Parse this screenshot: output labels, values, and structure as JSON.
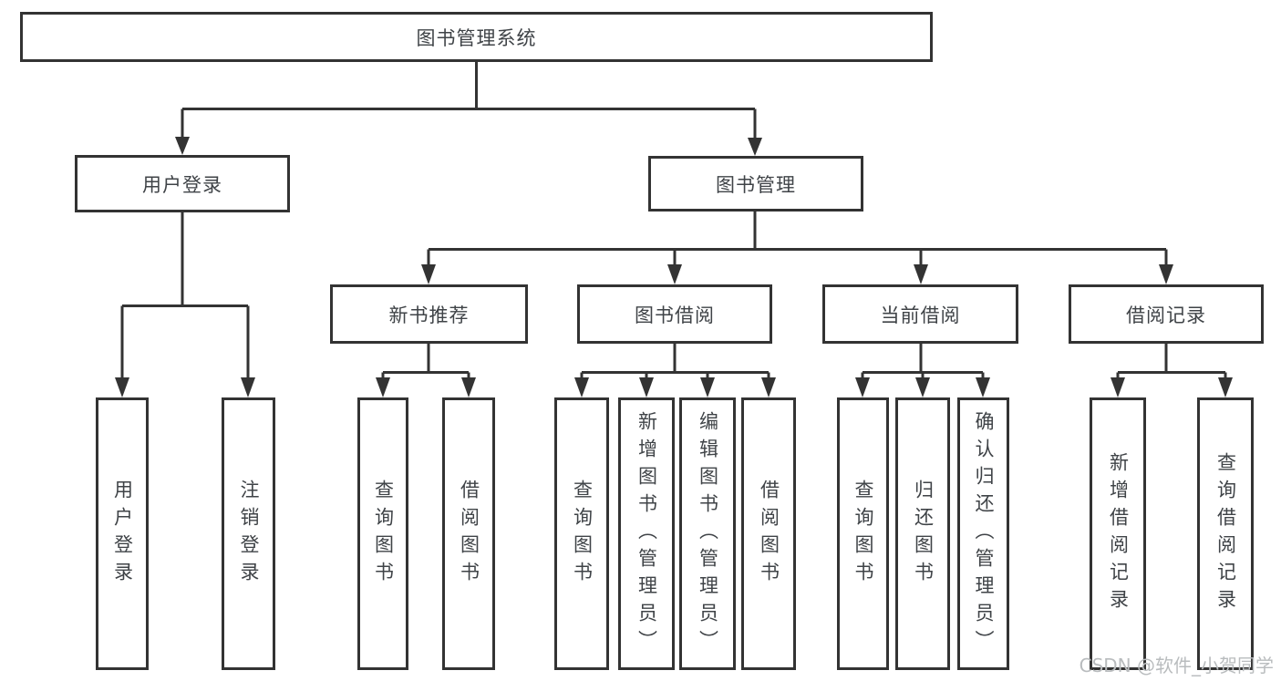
{
  "tree": {
    "label": "图书管理系统",
    "children": [
      {
        "label": "用户登录",
        "children": [
          {
            "label": "用户登录"
          },
          {
            "label": "注销登录"
          }
        ]
      },
      {
        "label": "图书管理",
        "children": [
          {
            "label": "新书推荐",
            "children": [
              {
                "label": "查询图书"
              },
              {
                "label": "借阅图书"
              }
            ]
          },
          {
            "label": "图书借阅",
            "children": [
              {
                "label": "查询图书"
              },
              {
                "label": "新增图书（管理员）"
              },
              {
                "label": "编辑图书（管理员）"
              },
              {
                "label": "借阅图书"
              }
            ]
          },
          {
            "label": "当前借阅",
            "children": [
              {
                "label": "查询图书"
              },
              {
                "label": "归还图书"
              },
              {
                "label": "确认归还（管理员）"
              }
            ]
          },
          {
            "label": "借阅记录",
            "children": [
              {
                "label": "新增借阅记录"
              },
              {
                "label": "查询借阅记录"
              }
            ]
          }
        ]
      }
    ]
  },
  "watermark": {
    "text": "CSDN @软件_小贺同学"
  },
  "colors": {
    "line": "#333333",
    "text": "#3f4347",
    "watermark": "#b9bcbe",
    "bg": "#ffffff"
  }
}
